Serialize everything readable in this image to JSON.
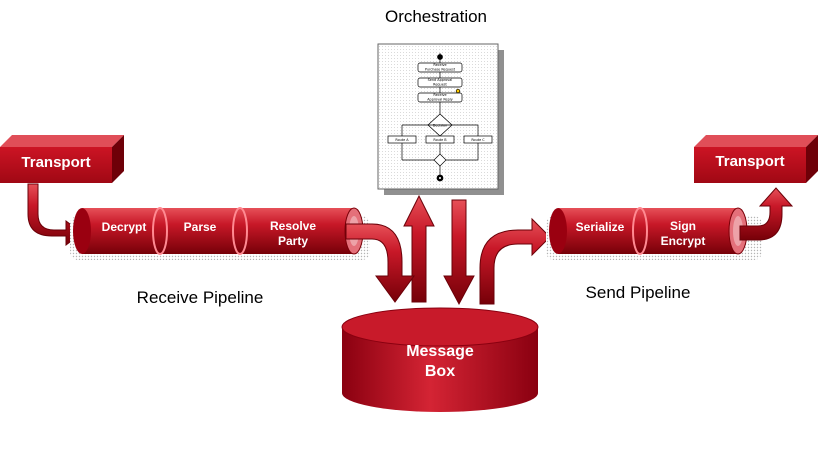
{
  "orchestration": {
    "title": "Orchestration",
    "flowchart_lines": [
      "Receive",
      "Purchase Request",
      "Send Approval",
      "Request",
      "Receive",
      "Approval Reply",
      "Decision",
      "Route A",
      "Route B",
      "Route C"
    ]
  },
  "transport_in": {
    "label": "Transport"
  },
  "transport_out": {
    "label": "Transport"
  },
  "receive_pipeline": {
    "label": "Receive Pipeline",
    "stages": [
      {
        "lines": [
          "Decrypt"
        ]
      },
      {
        "lines": [
          "Parse"
        ]
      },
      {
        "lines": [
          "Resolve",
          "Party"
        ]
      }
    ]
  },
  "send_pipeline": {
    "label": "Send Pipeline",
    "stages": [
      {
        "lines": [
          "Serialize"
        ]
      },
      {
        "lines": [
          "Sign",
          "Encrypt"
        ]
      }
    ]
  },
  "message_box": {
    "lines": [
      "Message",
      "Box"
    ]
  },
  "colors": {
    "accent": "#c0101e",
    "accent_dark": "#7a0008",
    "accent_light": "#e8505a",
    "shadow": "#b0b0b0"
  }
}
